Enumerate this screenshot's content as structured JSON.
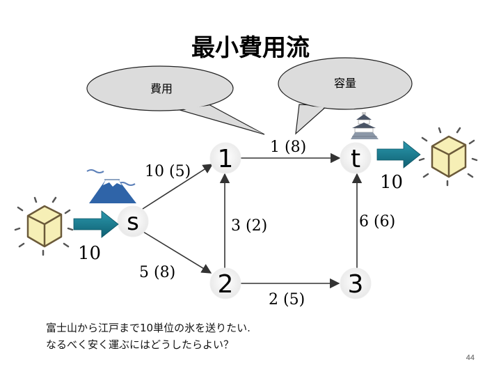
{
  "slide": {
    "title": "最小費用流",
    "page_number": "44"
  },
  "callouts": {
    "cost": "費用",
    "capacity": "容量"
  },
  "nodes": {
    "s": "s",
    "n1": "1",
    "n2": "2",
    "n3": "3",
    "t": "t"
  },
  "edges": {
    "s_1": "10 (5)",
    "s_2": "5 (8)",
    "n2_1": "3 (2)",
    "n1_t": "1 (8)",
    "n2_3": "2 (5)",
    "n3_t": "6 (6)"
  },
  "flows": {
    "in": "10",
    "out": "10"
  },
  "caption": {
    "line1": "富士山から江戸まで10単位の氷を送りたい.",
    "line2": "なるべく安く運ぶにはどうしたらよい？"
  },
  "colors": {
    "bubble_fill": "#dcdcdc",
    "arrow_teal": "#1a7f93",
    "ice_fill": "#f6efb6",
    "mountain_blue": "#2f64a8",
    "castle_gray": "#8c98a8"
  }
}
